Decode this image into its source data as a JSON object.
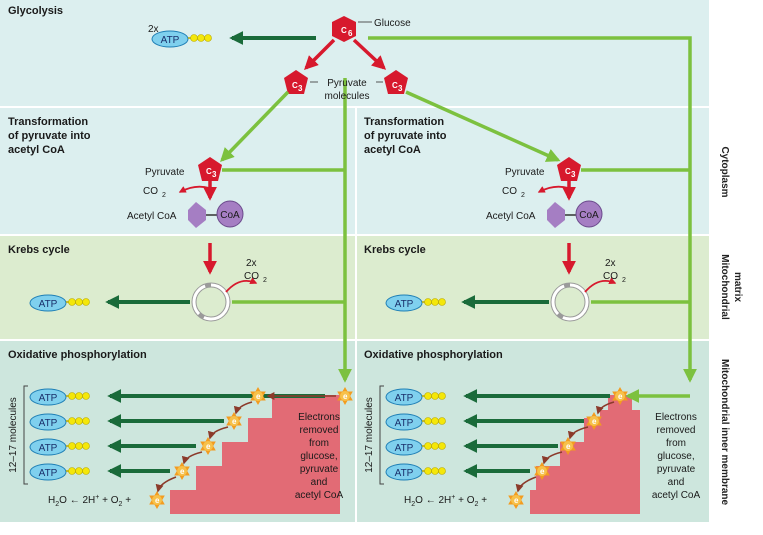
{
  "bands": {
    "glycolysis": "Glycolysis",
    "transformation": [
      "Transformation",
      "of pyruvate into",
      "acetyl CoA"
    ],
    "krebs": "Krebs cycle",
    "oxphos": "Oxidative phosphorylation"
  },
  "side_labels": {
    "cytoplasm": "Cytoplasm",
    "matrix": [
      "Mitochondrial",
      "matrix"
    ],
    "membrane": "Mitochondrial inner membrane"
  },
  "molecules": {
    "c6": "C",
    "c6_sub": "6",
    "c3": "C",
    "c3_sub": "3",
    "glucose": "Glucose",
    "pyruvate_molecules": [
      "Pyruvate",
      "molecules"
    ],
    "pyruvate": "Pyruvate",
    "co2": "CO",
    "co2_sub": "2",
    "acetyl_coa": "Acetyl CoA",
    "coa": "CoA",
    "atp": "ATP",
    "two_x": "2x",
    "electron": "e",
    "electron_sup": "−"
  },
  "oxphos": {
    "molecules_label": "12–17 molecules",
    "electrons_text": [
      "Electrons",
      "removed",
      "from",
      "glucose,",
      "pyruvate",
      "and",
      "acetyl CoA"
    ],
    "equation": {
      "h2o": "H",
      "h2o_sub": "2",
      "h2o_o": "O ← 2H",
      "hplus_sup": "+",
      "o2": " + O",
      "o2_sub": "2",
      "plus_e": " + "
    }
  },
  "colors": {
    "band_light": "#dcefef",
    "band_green": "#dceccf",
    "band_oxphos": "#cde6dd",
    "red": "#d7192d",
    "green_arrow": "#7cc13f",
    "dark_green": "#1a6b3a",
    "atp_fill": "#7fd0ee",
    "phosphate": "#f4e70a",
    "coa": "#a57ec3",
    "stairs": "#e26b75",
    "electron": "#f39c1f",
    "brown": "#8b3a2a"
  }
}
